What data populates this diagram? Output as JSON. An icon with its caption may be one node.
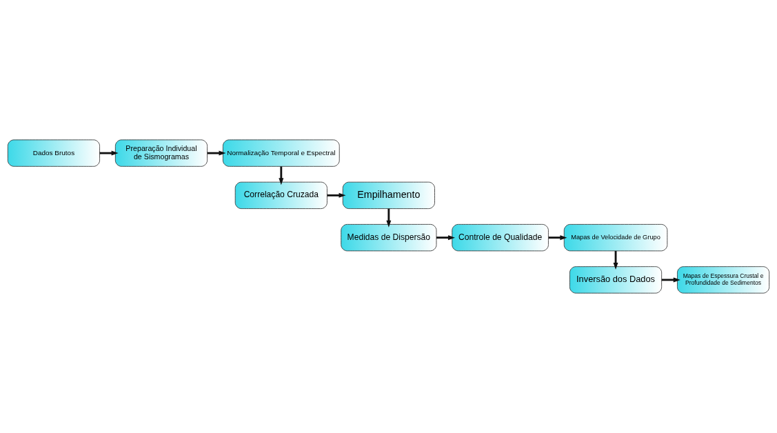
{
  "diagram": {
    "nodes": [
      {
        "text": [
          "Dados Brutos"
        ]
      },
      {
        "text": [
          "Preparação Individual de Sismogramas"
        ]
      },
      {
        "text": [
          "Normalização Temporal e Espectral"
        ]
      },
      {
        "text": [
          "Correlação Cruzada"
        ]
      },
      {
        "text": [
          "Empilhamento"
        ]
      },
      {
        "text": [
          "Medidas de Dispersão"
        ]
      },
      {
        "text": [
          "Controle de Qualidade"
        ]
      },
      {
        "text": [
          "Mapas de Velocidade de Grupo"
        ]
      },
      {
        "text": [
          "Inversão dos Dados"
        ]
      },
      {
        "text": [
          "Mapas de Espessura Crustal e Profundidade de Sedimentos"
        ]
      }
    ],
    "edges": [
      {
        "from": 0,
        "to": 1,
        "arrow": "to"
      },
      {
        "from": 1,
        "to": 2,
        "arrow": "to"
      },
      {
        "from": 2,
        "to": 3,
        "arrow": "to"
      },
      {
        "from": 3,
        "to": 4,
        "arrow": "to"
      },
      {
        "from": 4,
        "to": 5,
        "arrow": "to"
      },
      {
        "from": 5,
        "to": 6,
        "arrow": "to"
      },
      {
        "from": 6,
        "to": 7,
        "arrow": "to"
      },
      {
        "from": 7,
        "to": 8,
        "arrow": "to"
      },
      {
        "from": 8,
        "to": 9,
        "arrow": "to"
      }
    ]
  }
}
